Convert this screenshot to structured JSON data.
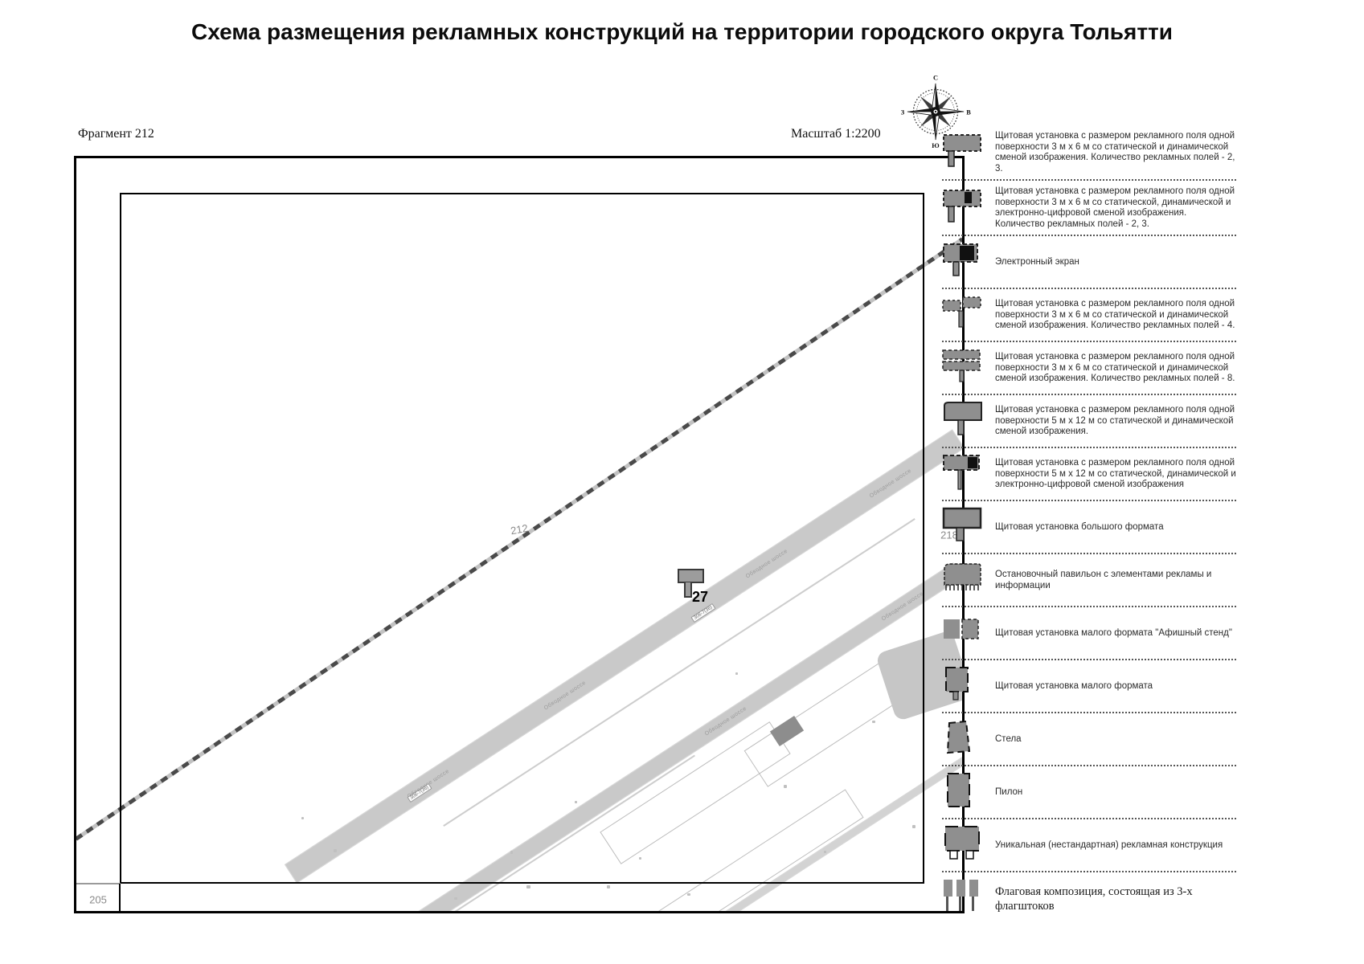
{
  "title": "Схема размещения рекламных конструкций на территории городского округа Тольятти",
  "header": {
    "fragment_label": "Фрагмент 212",
    "scale_label": "Масштаб 1:2200"
  },
  "compass": {
    "north": "С",
    "south": "Ю",
    "west": "З",
    "east": "В"
  },
  "map": {
    "fragment_number": "212",
    "adjacent_fragment_right": "218",
    "adjacent_fragment_bottom": "205",
    "marker_id": "27",
    "road_name": "Обводное шоссе",
    "road_badge": "306-7(36)"
  },
  "legend": {
    "items": [
      {
        "icon": "billboard-3x6-icon",
        "label": "Щитовая установка с размером рекламного поля одной поверхности 3 м х 6 м со статической и динамической сменой изображения. Количество рекламных полей - 2, 3."
      },
      {
        "icon": "billboard-3x6-digital-icon",
        "label": "Щитовая установка с размером рекламного поля одной поверхности 3 м х 6 м со статической, динамической и электронно-цифровой сменой изображения. Количество рекламных полей - 2, 3."
      },
      {
        "icon": "electronic-screen-icon",
        "label": "Электронный экран"
      },
      {
        "icon": "billboard-3x6-4fields-icon",
        "label": "Щитовая установка с размером рекламного поля одной поверхности 3 м х 6 м со статической и динамической сменой изображения. Количество рекламных полей - 4."
      },
      {
        "icon": "billboard-3x6-8fields-icon",
        "label": "Щитовая установка с размером рекламного поля одной поверхности 3 м х 6 м со статической и динамической сменой изображения. Количество рекламных полей - 8."
      },
      {
        "icon": "billboard-5x12-icon",
        "label": "Щитовая установка с размером рекламного поля одной поверхности 5 м х 12 м со статической и динамической сменой изображения."
      },
      {
        "icon": "billboard-5x12-digital-icon",
        "label": "Щитовая установка с размером рекламного поля одной поверхности 5 м х 12 м со статической, динамической и электронно-цифровой сменой изображения"
      },
      {
        "icon": "large-format-billboard-icon",
        "label": "Щитовая установка большого формата"
      },
      {
        "icon": "bus-pavilion-icon",
        "label": "Остановочный павильон с элементами рекламы и информации"
      },
      {
        "icon": "poster-stand-icon",
        "label": "Щитовая установка малого формата \"Афишный стенд\""
      },
      {
        "icon": "small-format-billboard-icon",
        "label": "Щитовая установка малого формата"
      },
      {
        "icon": "stela-icon",
        "label": "Стела"
      },
      {
        "icon": "pylon-icon",
        "label": "Пилон"
      },
      {
        "icon": "unique-construction-icon",
        "label": "Уникальная (нестандартная) рекламная конструкция"
      },
      {
        "icon": "flag-composition-icon",
        "label": "Флаговая композиция, состоящая из 3-х флагштоков"
      }
    ]
  },
  "colors": {
    "ink": "#111111",
    "road_gray": "#c9c9c9",
    "icon_gray": "#8f8f8f",
    "map_label_gray": "#8a8a8a"
  }
}
